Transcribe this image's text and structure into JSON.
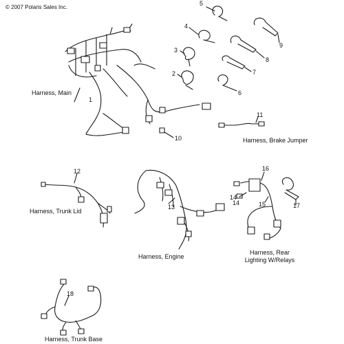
{
  "copyright": "© 2007 Polaris Sales Inc.",
  "callouts": [
    "1",
    "2",
    "3",
    "4",
    "5",
    "6",
    "7",
    "8",
    "9",
    "10",
    "11",
    "12",
    "13",
    "14",
    "14",
    "15",
    "16",
    "17",
    "18"
  ],
  "captions": {
    "main": "Harness, Main",
    "brake": "Harness, Brake Jumper",
    "trunk_lid": "Harness, Trunk Lid",
    "engine": "Harness, Engine",
    "rear_line1": "Harness, Rear",
    "rear_line2": "Lighting W/Relays",
    "trunk_base": "Harness, Trunk Base"
  },
  "colors": {
    "line": "#1a1a1a",
    "background": "#ffffff"
  }
}
